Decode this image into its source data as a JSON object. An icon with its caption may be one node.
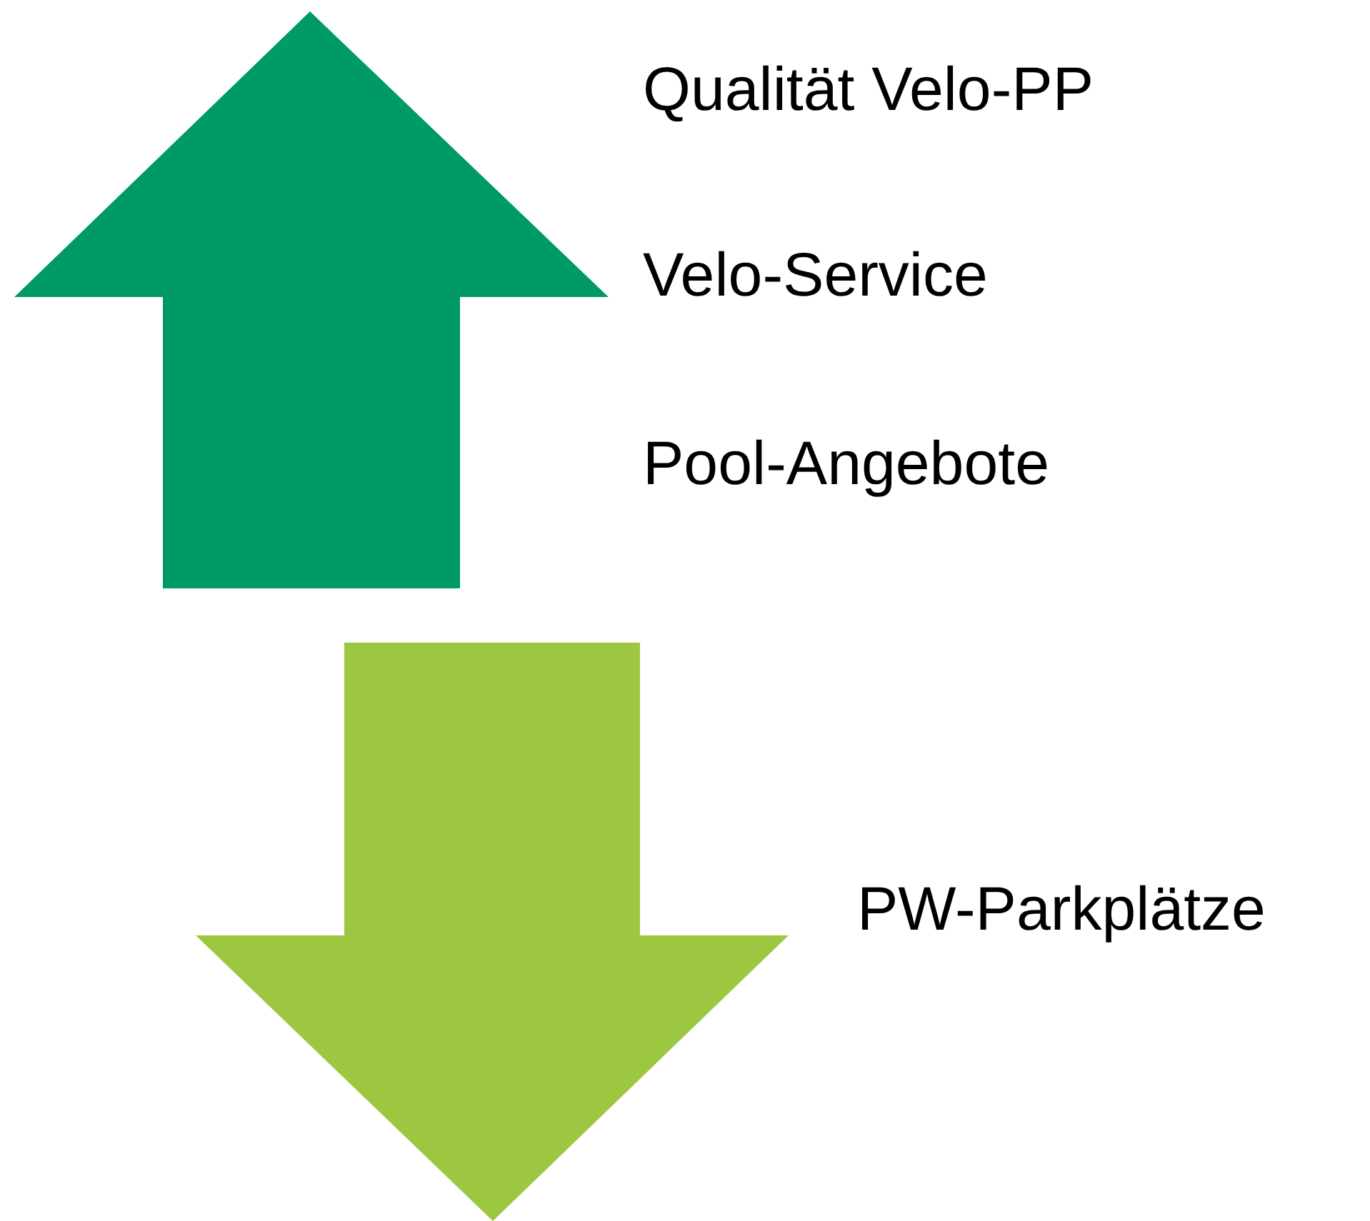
{
  "diagram": {
    "labels": [
      "Qualität Velo-PP",
      "Velo-Service",
      "Pool-Angebote",
      "PW-Parkplätze"
    ]
  }
}
